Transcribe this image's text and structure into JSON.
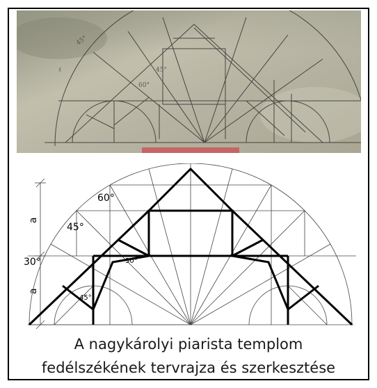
{
  "drawing": {
    "angle_labels": {
      "sixty": "60°",
      "forty_five": "45°",
      "thirty": "30°",
      "thirty_inner": "30°",
      "forty_five_inner": "45°"
    },
    "dimension_labels": {
      "upper": "a",
      "lower": "a"
    }
  },
  "caption": {
    "line1": "A nagykárolyi piarista templom",
    "line2": "fedélszékének tervrajza és szerkesztése"
  },
  "colors": {
    "frame": "#000000",
    "paper": "#b9b5a4",
    "ink": "#1e1e1e",
    "red_stain": "#c9585c"
  }
}
